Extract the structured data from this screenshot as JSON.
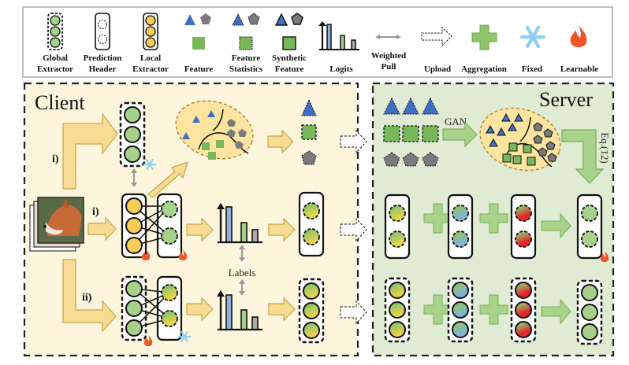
{
  "legend": {
    "items": [
      {
        "icon": "global-extractor-icon",
        "line1": "Global",
        "line2": "Extractor"
      },
      {
        "icon": "prediction-header-icon",
        "line1": "Prediction",
        "line2": "Header"
      },
      {
        "icon": "local-extractor-icon",
        "line1": "Local",
        "line2": "Extractor"
      },
      {
        "icon": "feature-icon",
        "line1": "",
        "line2": "Feature"
      },
      {
        "icon": "feature-statistics-icon",
        "line1": "Feature",
        "line2": "Statistics"
      },
      {
        "icon": "synthetic-feature-icon",
        "line1": "Synthetic",
        "line2": "Feature"
      },
      {
        "icon": "logits-icon",
        "line1": "",
        "line2": "Logits"
      },
      {
        "icon": "weighted-pull-icon",
        "line1": "Weighted",
        "line2": "Pull"
      },
      {
        "icon": "upload-icon",
        "line1": "",
        "line2": "Upload"
      },
      {
        "icon": "aggregation-icon",
        "line1": "",
        "line2": "Aggregation"
      },
      {
        "icon": "snowflake-icon",
        "line1": "",
        "line2": "Fixed"
      },
      {
        "icon": "flame-icon",
        "line1": "",
        "line2": "Learnable"
      }
    ]
  },
  "client": {
    "title": "Client",
    "branch_i_top": "i)",
    "branch_i_mid": "i)",
    "branch_ii": "ii)",
    "labels_text": "Labels"
  },
  "server": {
    "title": "Server",
    "gan_label": "GAN",
    "eq_label": "Eq.(12)"
  },
  "colors": {
    "client_bg": "#fdf5dc",
    "server_bg": "#dfebd3",
    "green": "#8fc46a",
    "yellow": "#f7cd55",
    "blue": "#3d6fc7",
    "gray": "#7a7a7a",
    "flame": "#f0552a",
    "snow": "#8fd0f2",
    "arrow_yellow": "#f8dc94",
    "arrow_green": "#a9d38a"
  }
}
